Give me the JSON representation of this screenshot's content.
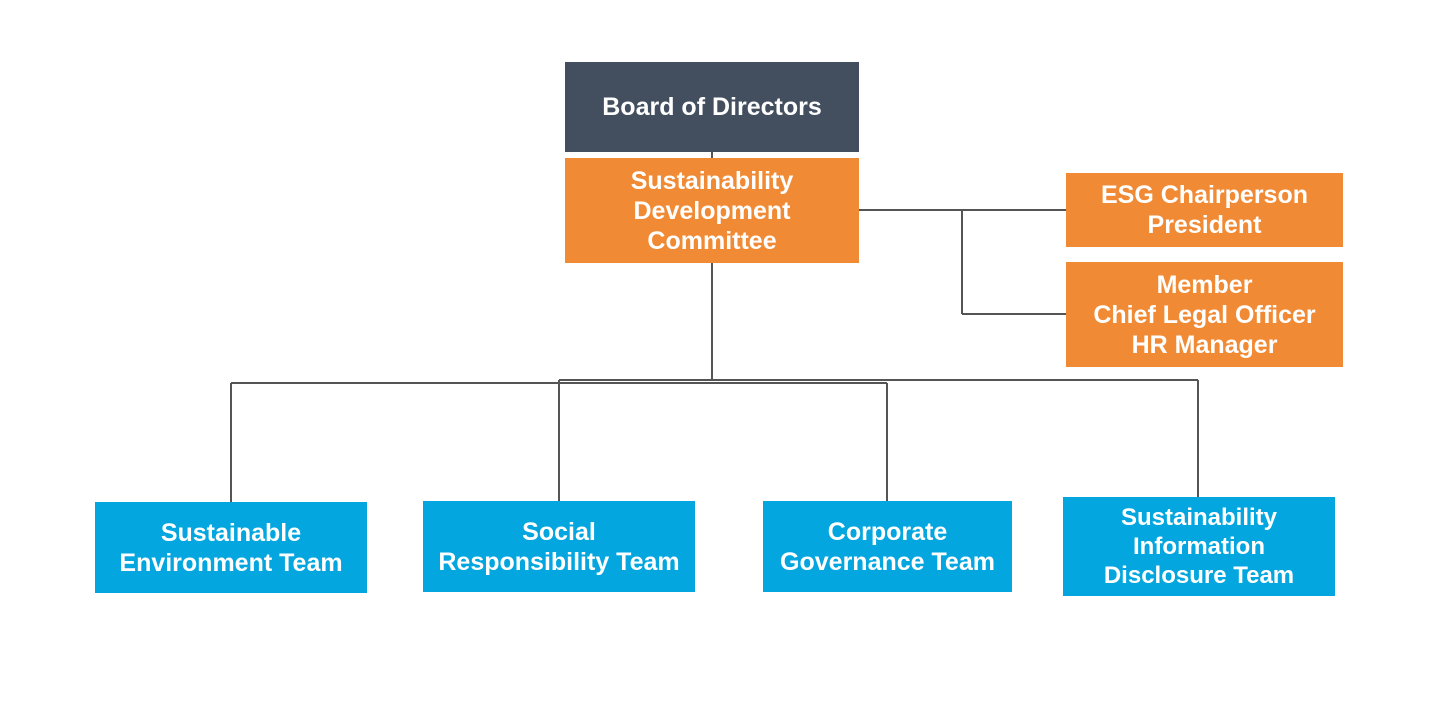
{
  "diagram": {
    "board": {
      "lines": [
        "Board of Directors"
      ],
      "color": "#434f5f"
    },
    "committee": {
      "lines": [
        "Sustainability",
        "Development",
        "Committee"
      ],
      "color": "#f18a34"
    },
    "esg": {
      "lines": [
        "ESG Chairperson",
        "President"
      ],
      "color": "#f18a34"
    },
    "member": {
      "lines": [
        "Member",
        "Chief Legal Officer",
        "HR Manager"
      ],
      "color": "#f18a34"
    },
    "teams": [
      {
        "lines": [
          "Sustainable",
          "Environment Team"
        ]
      },
      {
        "lines": [
          "Social",
          "Responsibility Team"
        ]
      },
      {
        "lines": [
          "Corporate",
          "Governance Team"
        ]
      },
      {
        "lines": [
          "Sustainability",
          "Information",
          "Disclosure Team"
        ]
      }
    ],
    "team_color": "#03a6de",
    "connector_color": "#555555"
  }
}
